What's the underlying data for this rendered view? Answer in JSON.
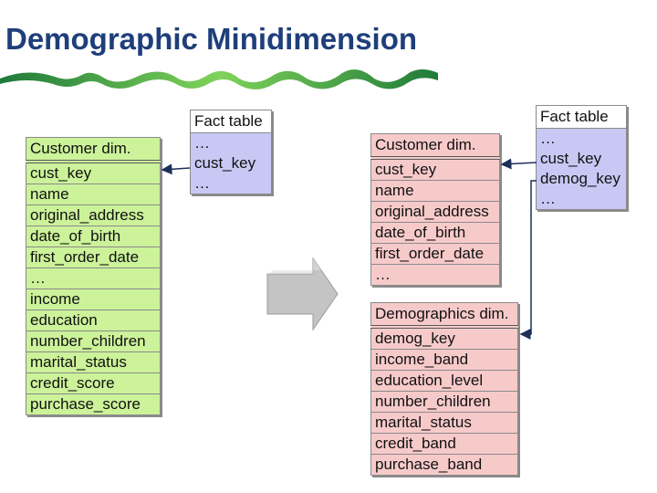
{
  "title": "Demographic Minidimension",
  "left_fact": {
    "header": "Fact table",
    "rows": [
      "…",
      "cust_key",
      "…"
    ]
  },
  "left_customer": {
    "header": "Customer dim.",
    "rows": [
      "cust_key",
      "name",
      "original_address",
      "date_of_birth",
      "first_order_date",
      "…",
      "income",
      "education",
      "number_children",
      "marital_status",
      "credit_score",
      "purchase_score"
    ]
  },
  "right_customer": {
    "header": "Customer dim.",
    "rows": [
      "cust_key",
      "name",
      "original_address",
      "date_of_birth",
      "first_order_date",
      "…"
    ]
  },
  "right_demographics": {
    "header": "Demographics dim.",
    "rows": [
      "demog_key",
      "income_band",
      "education_level",
      "number_children",
      "marital_status",
      "credit_band",
      "purchase_band"
    ]
  },
  "right_fact": {
    "header": "Fact table",
    "rows": [
      "…",
      "cust_key",
      "demog_key",
      "…"
    ]
  },
  "colors": {
    "title": "#1e3f7a",
    "green_table": "#ccf29a",
    "pink_table": "#f7caca",
    "fact_table": "#c8c8f5",
    "swoosh_dark": "#1f7a3a",
    "swoosh_light": "#7fd35a"
  },
  "icons": {
    "transform_arrow": "big-right-arrow-icon",
    "title_decoration": "green-swoosh-icon"
  }
}
